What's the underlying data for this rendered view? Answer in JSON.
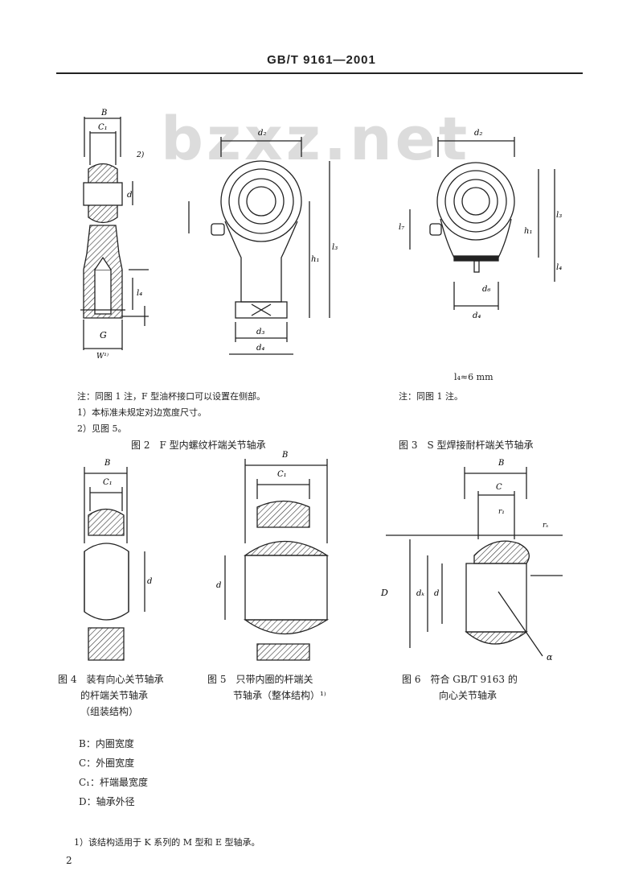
{
  "header": {
    "title": "GB/T 9161—2001"
  },
  "watermark": "bzxz.net",
  "fig2": {
    "labels": {
      "B": "B",
      "C1": "C₁",
      "d": "d",
      "d2": "d₂",
      "d3": "d₃",
      "d4": "d₄",
      "l3": "l₃",
      "l4": "l₄",
      "h1": "h₁",
      "G": "G",
      "W": "W¹⁾",
      "note2": "2)"
    },
    "notes": [
      "注：同图 1 注，F 型油杯接口可以设置在侧部。",
      "1）本标准未规定对边宽度尺寸。",
      "2）见图 5。"
    ],
    "caption": "图 2　F 型内螺纹杆端关节轴承"
  },
  "fig3": {
    "labels": {
      "d2": "d₂",
      "l7": "l₇",
      "h1": "h₁",
      "l3": "l₃",
      "l4": "l₄",
      "d6": "d₆",
      "d4": "d₄"
    },
    "dim_note": "l₄≈6 mm",
    "note": "注：同图 1 注。",
    "caption": "图 3　S 型焊接耐杆端关节轴承"
  },
  "fig4": {
    "labels": {
      "B": "B",
      "C1": "C₁",
      "d": "d"
    },
    "caption": [
      "图 4　装有向心关节轴承",
      "的杆端关节轴承",
      "（组装结构）"
    ]
  },
  "fig5": {
    "labels": {
      "B": "B",
      "C1": "C₁",
      "d": "d"
    },
    "caption": [
      "图 5　只带内圈的杆端关",
      "节轴承（整体结构）¹⁾"
    ]
  },
  "fig6": {
    "labels": {
      "B": "B",
      "C": "C",
      "r1": "r₁",
      "rs": "rₛ",
      "D": "D",
      "dk": "dₖ",
      "d": "d",
      "alpha": "α"
    },
    "caption": [
      "图 6　符合 GB/T 9163 的",
      "向心关节轴承"
    ]
  },
  "symbols": [
    "B：内圈宽度",
    "C：外圈宽度",
    "C₁：杆端最宽度",
    "D：轴承外径"
  ],
  "footnote": "1）该结构适用于 K 系列的 M 型和 E 型轴承。",
  "page_number": "2"
}
